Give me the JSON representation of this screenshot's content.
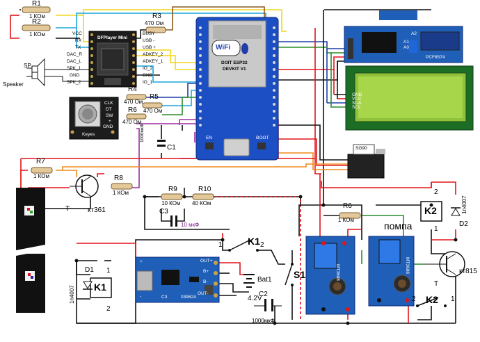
{
  "resistors": {
    "r1": {
      "name": "R1",
      "value": "1 КОм"
    },
    "r2": {
      "name": "R2",
      "value": "1 КОм"
    },
    "r3": {
      "name": "R3",
      "value": "470 Ом"
    },
    "r4": {
      "name": "R4",
      "value": "470 Ом"
    },
    "r5": {
      "name": "R5",
      "value": "470 Ом"
    },
    "r6": {
      "name": "R6",
      "value": "470 Ом"
    },
    "r7": {
      "name": "R7",
      "value": "1 КОм"
    },
    "r8": {
      "name": "R8",
      "value": "1 КОм"
    },
    "r9": {
      "name": "R9",
      "value": "10 КОм"
    },
    "r10": {
      "name": "R10",
      "value": "40 КОм"
    },
    "r6b": {
      "name": "R6",
      "value": "1 КОм"
    }
  },
  "capacitors": {
    "c1": {
      "name": "C1",
      "value": "1000мкФ"
    },
    "c2": {
      "name": "C2",
      "value": "1000мкФ"
    },
    "c3": {
      "name": "C3",
      "value": "10 мкФ"
    }
  },
  "speaker": {
    "sp": "SP",
    "label": "Speaker"
  },
  "dfplayer": {
    "title": "DFPlayer Mini",
    "left_pins": [
      "VCC",
      "RX",
      "TX",
      "DAC_R",
      "DAC_L",
      "SPK_1",
      "GND",
      "SPK_2"
    ],
    "right_pins": [
      "BUSY",
      "USB -",
      "USB +",
      "ADKEY_2",
      "ADKEY_1",
      "IO_2",
      "GND",
      "IO_1"
    ]
  },
  "esp32": {
    "brand": "DOIT ESP32",
    "model": "DEVKIT V1",
    "wifi": "WiFi",
    "en": "EN",
    "boot": "BOOT"
  },
  "pcf": {
    "chip": "PCF8574",
    "a": [
      "A2",
      "A1",
      "A0"
    ],
    "pins": [
      "GND",
      "VCC",
      "SDA",
      "SCL"
    ]
  },
  "encoder": {
    "label": "Keyes",
    "pins": [
      "CLK",
      "DT",
      "SW",
      "+",
      "GND"
    ]
  },
  "servo": {
    "label": "SG90"
  },
  "transistors": {
    "t1": {
      "name": "T",
      "model": "кт361"
    },
    "t2": {
      "name": "T",
      "model": "кт815"
    }
  },
  "relays": {
    "k1": "K1",
    "k2": "K2",
    "k1_sw": "K1",
    "k2_sw": "K2"
  },
  "pins": {
    "p1": "1",
    "p2": "2"
  },
  "diodes": {
    "d1": {
      "name": "D1",
      "model": "1n4007"
    },
    "d2": {
      "name": "D2",
      "model": "1n4007"
    }
  },
  "charger": {
    "out_plus": "OUT+",
    "out_minus": "OUT-",
    "b_plus": "B+",
    "b_minus": "B-",
    "model": "03962A",
    "c3": "C3",
    "in_plus": "+",
    "in_minus": "-"
  },
  "battery": {
    "name": "Bat1",
    "voltage": "4.2V"
  },
  "switch": {
    "name": "S1"
  },
  "pump": {
    "label": "помпа"
  },
  "boost": {
    "label1": "MT3608",
    "label2": "MT3608"
  },
  "colors": {
    "red": "#e0141a",
    "black": "#111111",
    "yellow": "#f2d61b",
    "blue": "#1f3ea8",
    "green": "#2a8c2a",
    "purple": "#9b2fa0",
    "orange": "#f08a1c",
    "teal": "#3aa7a0",
    "brown": "#8a5a1a",
    "cyan": "#1aa7d8"
  }
}
